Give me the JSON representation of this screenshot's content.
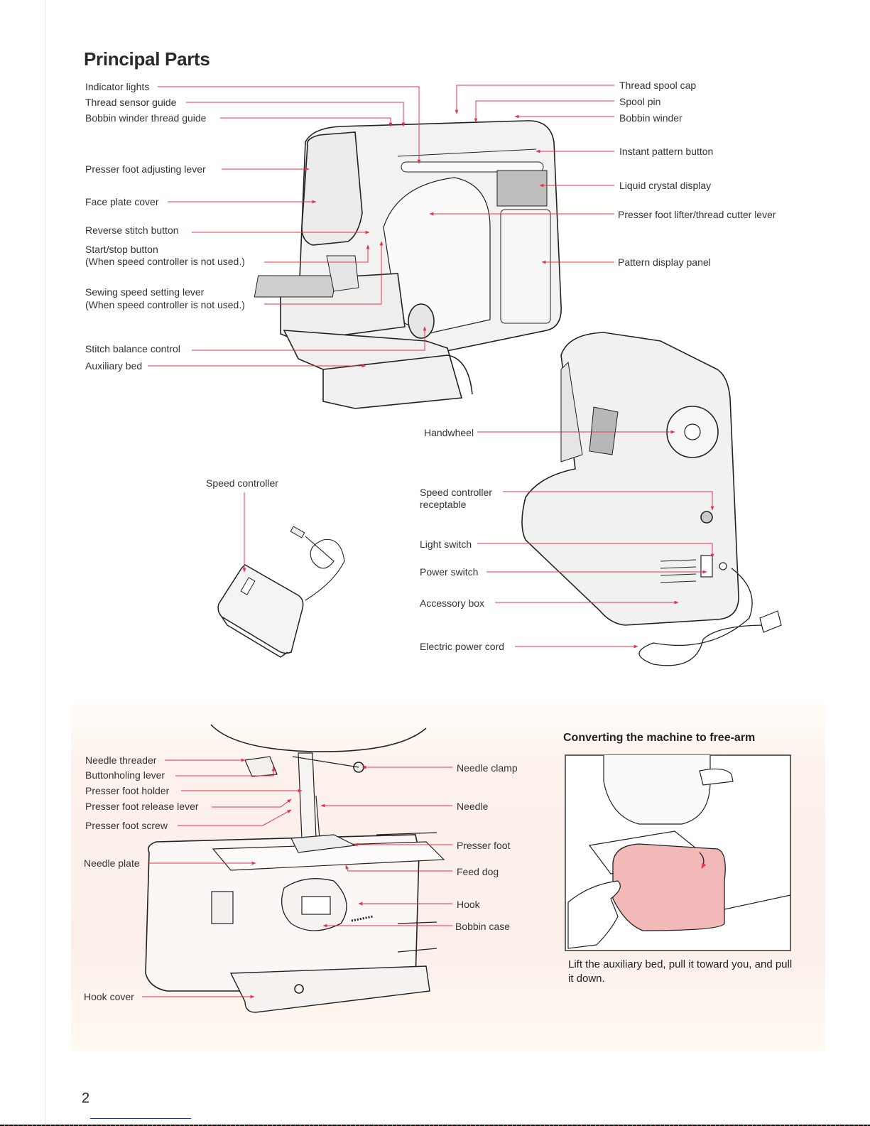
{
  "page": {
    "title": "Principal Parts",
    "page_number": "2",
    "accent_color": "#e8314a"
  },
  "main_labels_left": [
    {
      "id": "indicator-lights",
      "text": "Indicator lights"
    },
    {
      "id": "thread-sensor-guide",
      "text": "Thread sensor guide"
    },
    {
      "id": "bobbin-winder-thread-guide",
      "text": "Bobbin winder thread guide"
    },
    {
      "id": "presser-foot-adjusting-lever",
      "text": "Presser foot adjusting lever"
    },
    {
      "id": "face-plate-cover",
      "text": "Face plate cover"
    },
    {
      "id": "reverse-stitch-button",
      "text": "Reverse stitch button"
    },
    {
      "id": "start-stop-button",
      "text": "Start/stop button",
      "note": "(When speed controller is not used.)"
    },
    {
      "id": "sewing-speed-setting-lever",
      "text": "Sewing speed setting lever",
      "note": "(When speed controller is not used.)"
    },
    {
      "id": "stitch-balance-control",
      "text": "Stitch balance control"
    },
    {
      "id": "auxiliary-bed",
      "text": "Auxiliary bed"
    }
  ],
  "main_labels_right": [
    {
      "id": "thread-spool-cap",
      "text": "Thread spool cap"
    },
    {
      "id": "spool-pin",
      "text": "Spool pin"
    },
    {
      "id": "bobbin-winder",
      "text": "Bobbin winder"
    },
    {
      "id": "instant-pattern-button",
      "text": "Instant pattern button"
    },
    {
      "id": "liquid-crystal-display",
      "text": "Liquid crystal display"
    },
    {
      "id": "presser-foot-lifter",
      "text": "Presser foot lifter/thread cutter lever"
    },
    {
      "id": "pattern-display-panel",
      "text": "Pattern display panel"
    }
  ],
  "rear_labels": [
    {
      "id": "handwheel",
      "text": "Handwheel"
    },
    {
      "id": "speed-controller-receptable",
      "text": "Speed controller",
      "note": "receptable"
    },
    {
      "id": "light-switch",
      "text": "Light switch"
    },
    {
      "id": "power-switch",
      "text": "Power switch"
    },
    {
      "id": "accessory-box",
      "text": "Accessory box"
    },
    {
      "id": "electric-power-cord",
      "text": "Electric power cord"
    }
  ],
  "speed_controller_label": "Speed controller",
  "needle_labels_left": [
    {
      "id": "needle-threader",
      "text": "Needle threader"
    },
    {
      "id": "buttonholing-lever",
      "text": "Buttonholing lever"
    },
    {
      "id": "presser-foot-holder",
      "text": "Presser foot holder"
    },
    {
      "id": "presser-foot-release-lever",
      "text": "Presser foot release lever"
    },
    {
      "id": "presser-foot-screw",
      "text": "Presser foot screw"
    },
    {
      "id": "needle-plate",
      "text": "Needle plate"
    },
    {
      "id": "hook-cover",
      "text": "Hook cover"
    }
  ],
  "needle_labels_right": [
    {
      "id": "needle-clamp",
      "text": "Needle clamp"
    },
    {
      "id": "needle",
      "text": "Needle"
    },
    {
      "id": "presser-foot",
      "text": "Presser foot"
    },
    {
      "id": "feed-dog",
      "text": "Feed dog"
    },
    {
      "id": "hook",
      "text": "Hook"
    },
    {
      "id": "bobbin-case",
      "text": "Bobbin case"
    }
  ],
  "free_arm": {
    "title": "Converting the machine to free-arm",
    "caption": "Lift the auxiliary bed, pull it toward you, and pull it down."
  }
}
